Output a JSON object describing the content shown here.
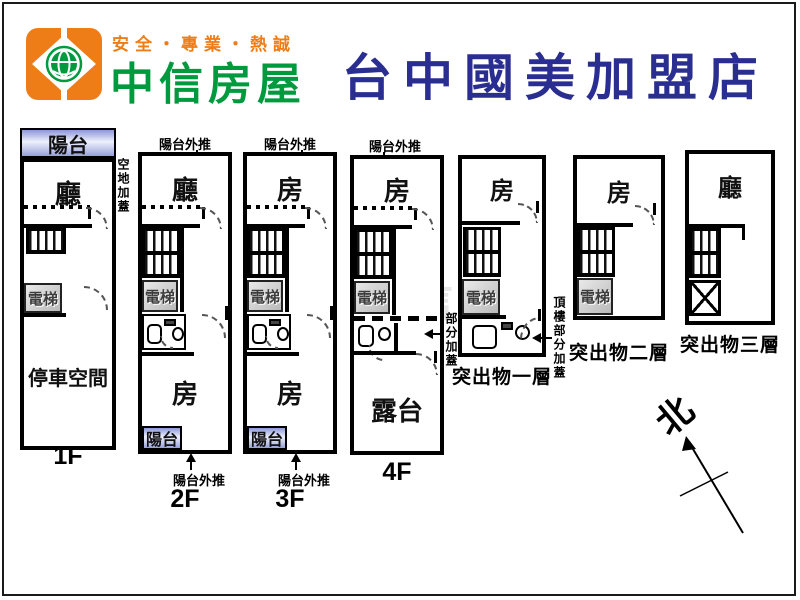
{
  "header": {
    "slogan": "安全・專業・熱誠",
    "brand": "中信房屋",
    "title": "台中國美加盟店"
  },
  "labels": {
    "balcony": "陽台",
    "hall": "廳",
    "room": "房",
    "elevator": "電梯",
    "parking": "停車空間",
    "terrace": "露台",
    "balcony_pushed_out": "陽台外推",
    "vacant_land_cover": "空地加蓋",
    "partial_cover": "部分加蓋",
    "rooftop_partial_cover": "頂樓部分加蓋",
    "floor1": "1F",
    "floor2": "2F",
    "floor3": "3F",
    "floor4": "4F",
    "protrusion1": "突出物一層",
    "protrusion2": "突出物二層",
    "protrusion3": "突出物三層",
    "north": "北"
  },
  "colors": {
    "brand_green": "#009a3e",
    "brand_orange": "#ee7d17",
    "title_navy": "#2b2e91",
    "balcony_blue": "#97a1dc",
    "elevator_gray": "#c9c9c9"
  }
}
